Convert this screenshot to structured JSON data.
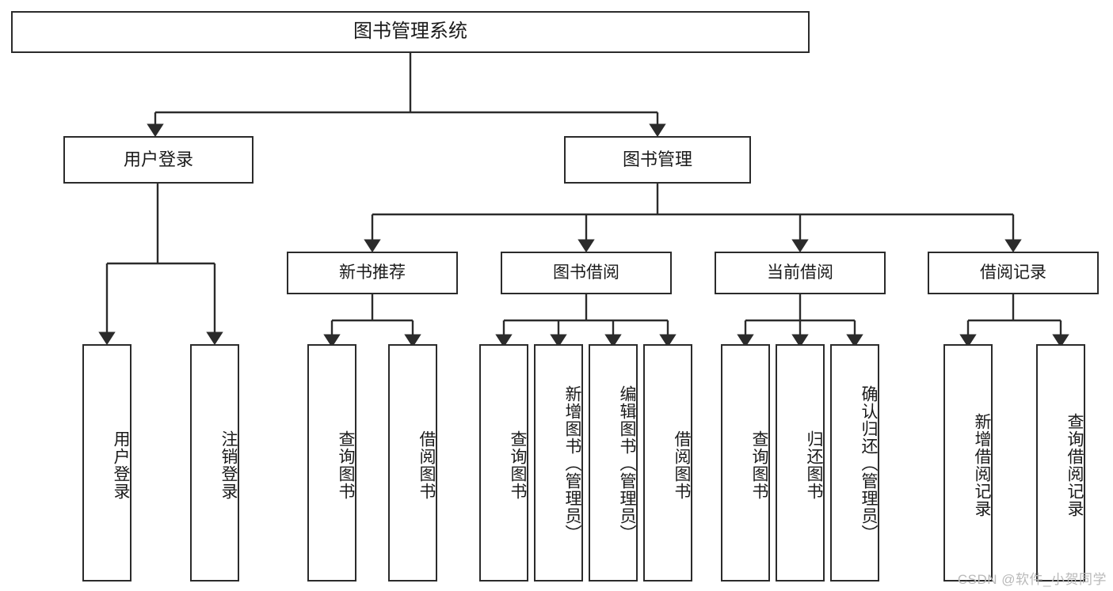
{
  "diagram": {
    "title": "图书管理系统",
    "watermark": "CSDN @软件_小贺同学",
    "colors": {
      "stroke": "#2b2b2b",
      "box_fill": "#ffffff",
      "text": "#1a1a1a",
      "background": "#ffffff",
      "watermark": "#b9b9b9"
    },
    "root": {
      "label": "图书管理系统"
    },
    "level2": [
      {
        "label": "用户登录"
      },
      {
        "label": "图书管理"
      }
    ],
    "level3": [
      {
        "label": "新书推荐"
      },
      {
        "label": "图书借阅"
      },
      {
        "label": "当前借阅"
      },
      {
        "label": "借阅记录"
      }
    ],
    "leaves": {
      "user_login": [
        {
          "label": "用户登录"
        },
        {
          "label": "注销登录"
        }
      ],
      "new_book_recommend": [
        {
          "label": "查询图书"
        },
        {
          "label": "借阅图书"
        }
      ],
      "book_borrow": [
        {
          "label": "查询图书"
        },
        {
          "label": "新增图书（管理员）"
        },
        {
          "label": "编辑图书（管理员）"
        },
        {
          "label": "借阅图书"
        }
      ],
      "current_borrow": [
        {
          "label": "查询图书"
        },
        {
          "label": "归还图书"
        },
        {
          "label": "确认归还（管理员）"
        }
      ],
      "borrow_records": [
        {
          "label": "新增借阅记录"
        },
        {
          "label": "查询借阅记录"
        }
      ]
    }
  }
}
